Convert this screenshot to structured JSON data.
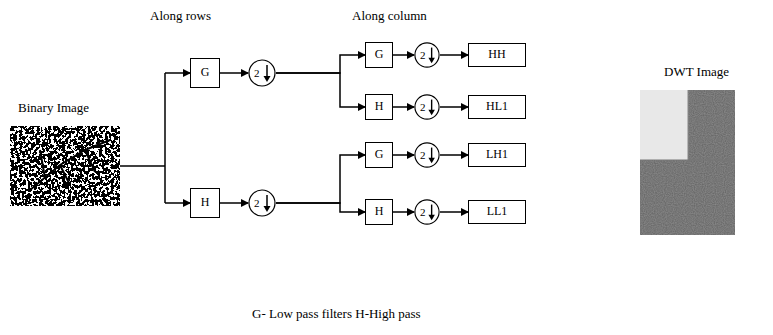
{
  "diagram": {
    "nodes": [
      {
        "text": [
          "G"
        ]
      },
      {
        "text": [
          "2"
        ]
      },
      {
        "text": [
          "H"
        ]
      },
      {
        "text": [
          "2"
        ]
      },
      {
        "text": [
          "G"
        ]
      },
      {
        "text": [
          "2"
        ]
      },
      {
        "text": [
          "HH"
        ]
      },
      {
        "text": [
          "H"
        ]
      },
      {
        "text": [
          "2"
        ]
      },
      {
        "text": [
          "HL1"
        ]
      },
      {
        "text": [
          "G"
        ]
      },
      {
        "text": [
          "2"
        ]
      },
      {
        "text": [
          "LH1"
        ]
      },
      {
        "text": [
          "H"
        ]
      },
      {
        "text": [
          "2"
        ]
      },
      {
        "text": [
          "LL1"
        ]
      }
    ],
    "edges": [
      {
        "from": 0,
        "to": 1,
        "arrow": "to"
      },
      {
        "from": 1,
        "to": 4,
        "arrow": "to"
      },
      {
        "from": 1,
        "to": 7,
        "arrow": "to"
      },
      {
        "from": 4,
        "to": 5,
        "arrow": "to"
      },
      {
        "from": 5,
        "to": 6,
        "arrow": "to"
      },
      {
        "from": 7,
        "to": 8,
        "arrow": "to"
      },
      {
        "from": 8,
        "to": 9,
        "arrow": "to"
      },
      {
        "from": 2,
        "to": 3,
        "arrow": "to"
      },
      {
        "from": 3,
        "to": 10,
        "arrow": "to"
      },
      {
        "from": 3,
        "to": 13,
        "arrow": "to"
      },
      {
        "from": 10,
        "to": 11,
        "arrow": "to"
      },
      {
        "from": 11,
        "to": 12,
        "arrow": "to"
      },
      {
        "from": 13,
        "to": 14,
        "arrow": "to"
      },
      {
        "from": 14,
        "to": 15,
        "arrow": "to"
      }
    ],
    "labels": [
      "Along rows",
      "Along column",
      "Binary Image",
      "DWT Image",
      "G- Low pass filters H-High pass"
    ]
  }
}
